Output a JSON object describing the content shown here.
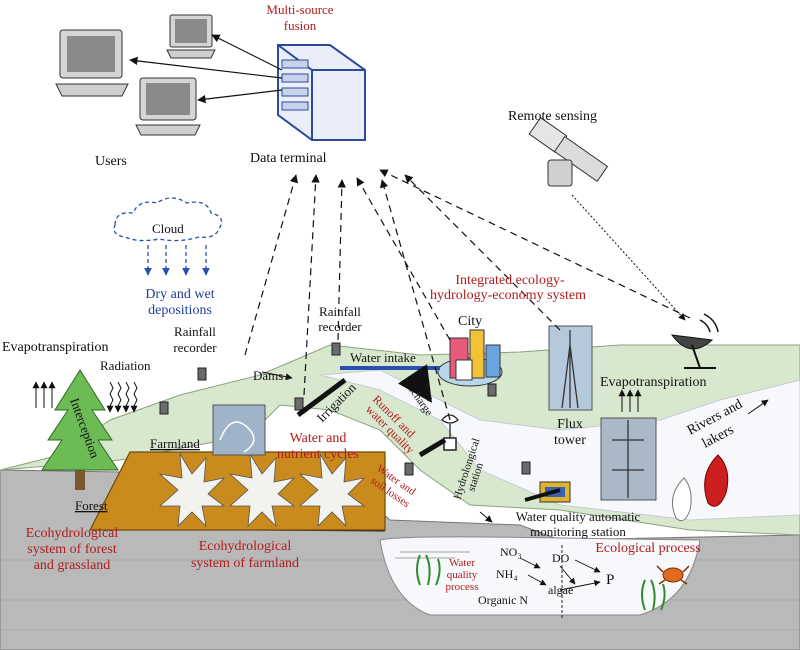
{
  "labels": {
    "multi_source": "Multi-source",
    "fusion": "fusion",
    "users": "Users",
    "data_terminal": "Data terminal",
    "remote_sensing": "Remote sensing",
    "cloud": "Cloud",
    "dry_wet_1": "Dry and wet",
    "dry_wet_2": "depositions",
    "integrated_1": "Integrated ecology-",
    "integrated_2": "hydrology-economy system",
    "rainfall_recorder_mid_1": "Rainfall",
    "rainfall_recorder_mid_2": "recorder",
    "rainfall_recorder_left_1": "Rainfall",
    "rainfall_recorder_left_2": "recorder",
    "evapotranspiration_left": "Evapotranspiration",
    "radiation": "Radiation",
    "city": "City",
    "dams": "Dams",
    "water_intake": "Water intake",
    "irrigation": "Irrigation",
    "discharge": "Discharge",
    "evapotranspiration_right": "Evapotranspiration",
    "interception": "Interception",
    "farmland": "Farmland",
    "water_nutrient_1": "Water and",
    "water_nutrient_2": "nutrient cycles",
    "runoff_1": "Runoff and",
    "runoff_2": "water quality",
    "flux_1": "Flux",
    "flux_2": "tower",
    "rivers_1": "Rivers and",
    "rivers_2": "lakers",
    "hydro_station_1": "Hydrolongical",
    "hydro_station_2": "station",
    "water_soil_1": "Water and",
    "water_soil_2": "soil losses",
    "forest": "Forest",
    "wq_station_1": "Water quality automatic",
    "wq_station_2": "monitoring station",
    "eco_forest_1": "Ecohydrological",
    "eco_forest_2": "system of forest",
    "eco_forest_3": "and grassland",
    "eco_farm_1": "Ecohydrological",
    "eco_farm_2": "system of farmland",
    "ecological_process": "Ecological process",
    "wq_process_1": "Water",
    "wq_process_2": "quality",
    "wq_process_3": "process",
    "no3": "NO₃",
    "nh4": "NH₄",
    "organic_n": "Organic N",
    "do": "DO",
    "algae": "algae",
    "p": "P"
  },
  "colors": {
    "label_black": "#111111",
    "label_red": "#b01c1c",
    "label_blue": "#1c3f9c",
    "land_green": "#d8e8cf",
    "soil_gray": "#b9b9b9",
    "farmland_brown": "#c98a1e",
    "tree_green": "#6dbb55",
    "water_white": "#f6f8fb"
  }
}
